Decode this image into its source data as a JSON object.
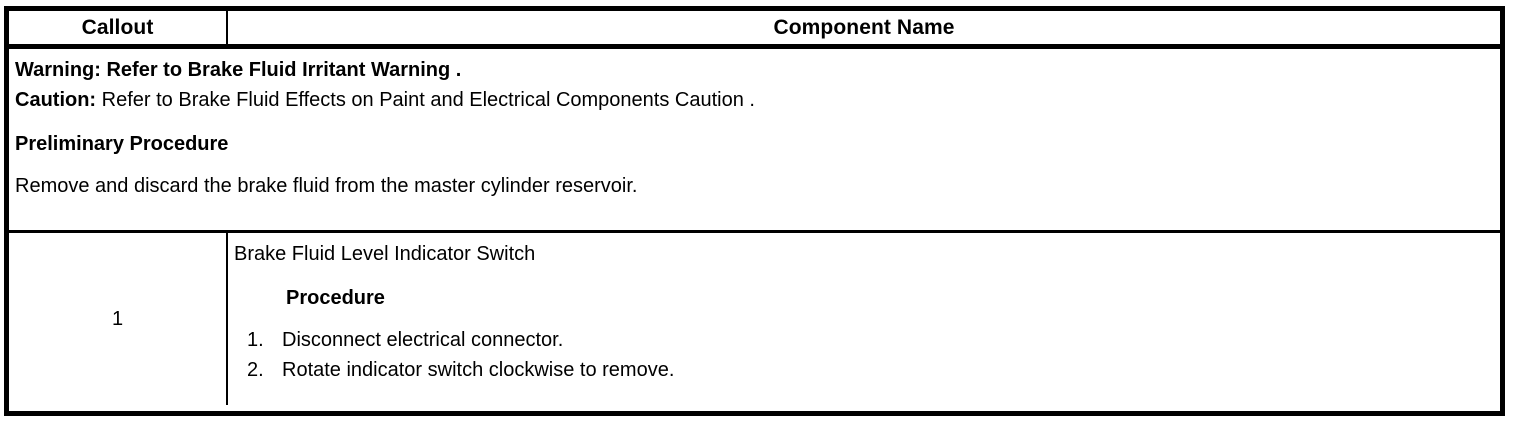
{
  "table": {
    "columns": [
      {
        "key": "callout",
        "header": "Callout"
      },
      {
        "key": "component_name",
        "header": "Component Name"
      }
    ],
    "notice": {
      "warning": {
        "label": "Warning:",
        "link_text": "Refer to Brake Fluid Irritant Warning",
        "terminator": "."
      },
      "caution": {
        "label": "Caution:",
        "link_text": "Refer to Brake Fluid Effects on Paint and Electrical Components Caution",
        "terminator": "."
      },
      "preliminary_heading": "Preliminary Procedure",
      "preliminary_text": "Remove and discard the brake fluid from the master cylinder reservoir."
    },
    "rows": [
      {
        "callout": "1",
        "component_name": "Brake Fluid Level Indicator Switch",
        "procedure_heading": "Procedure",
        "steps": [
          {
            "number": "1.",
            "text": "Disconnect electrical connector."
          },
          {
            "number": "2.",
            "text": "Rotate indicator switch clockwise to remove."
          }
        ]
      }
    ]
  },
  "colors": {
    "border": "#000000",
    "text": "#000000",
    "background": "#ffffff"
  }
}
